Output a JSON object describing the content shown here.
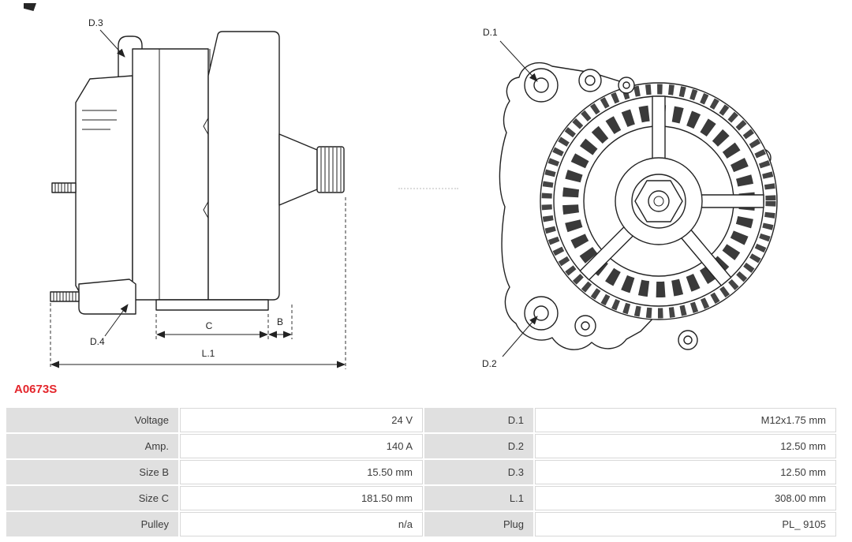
{
  "part_number": "A0673S",
  "colors": {
    "part_number_red": "#e4262c",
    "table_label_bg": "#e0e0e0",
    "table_value_border": "#d8d8d8",
    "drawing_line": "#222222"
  },
  "diagram": {
    "side_view_labels": {
      "d3": "D.3",
      "d4": "D.4",
      "c": "C",
      "b": "B",
      "l1": "L.1"
    },
    "front_view_labels": {
      "d1": "D.1",
      "d2": "D.2"
    }
  },
  "table": {
    "rows": [
      {
        "label_left": "Voltage",
        "value_left": "24 V",
        "label_right": "D.1",
        "value_right": "M12x1.75 mm"
      },
      {
        "label_left": "Amp.",
        "value_left": "140 A",
        "label_right": "D.2",
        "value_right": "12.50 mm"
      },
      {
        "label_left": "Size B",
        "value_left": "15.50 mm",
        "label_right": "D.3",
        "value_right": "12.50 mm"
      },
      {
        "label_left": "Size C",
        "value_left": "181.50 mm",
        "label_right": "L.1",
        "value_right": "308.00 mm"
      },
      {
        "label_left": "Pulley",
        "value_left": "n/a",
        "label_right": "Plug",
        "value_right": "PL_ 9105"
      }
    ]
  }
}
